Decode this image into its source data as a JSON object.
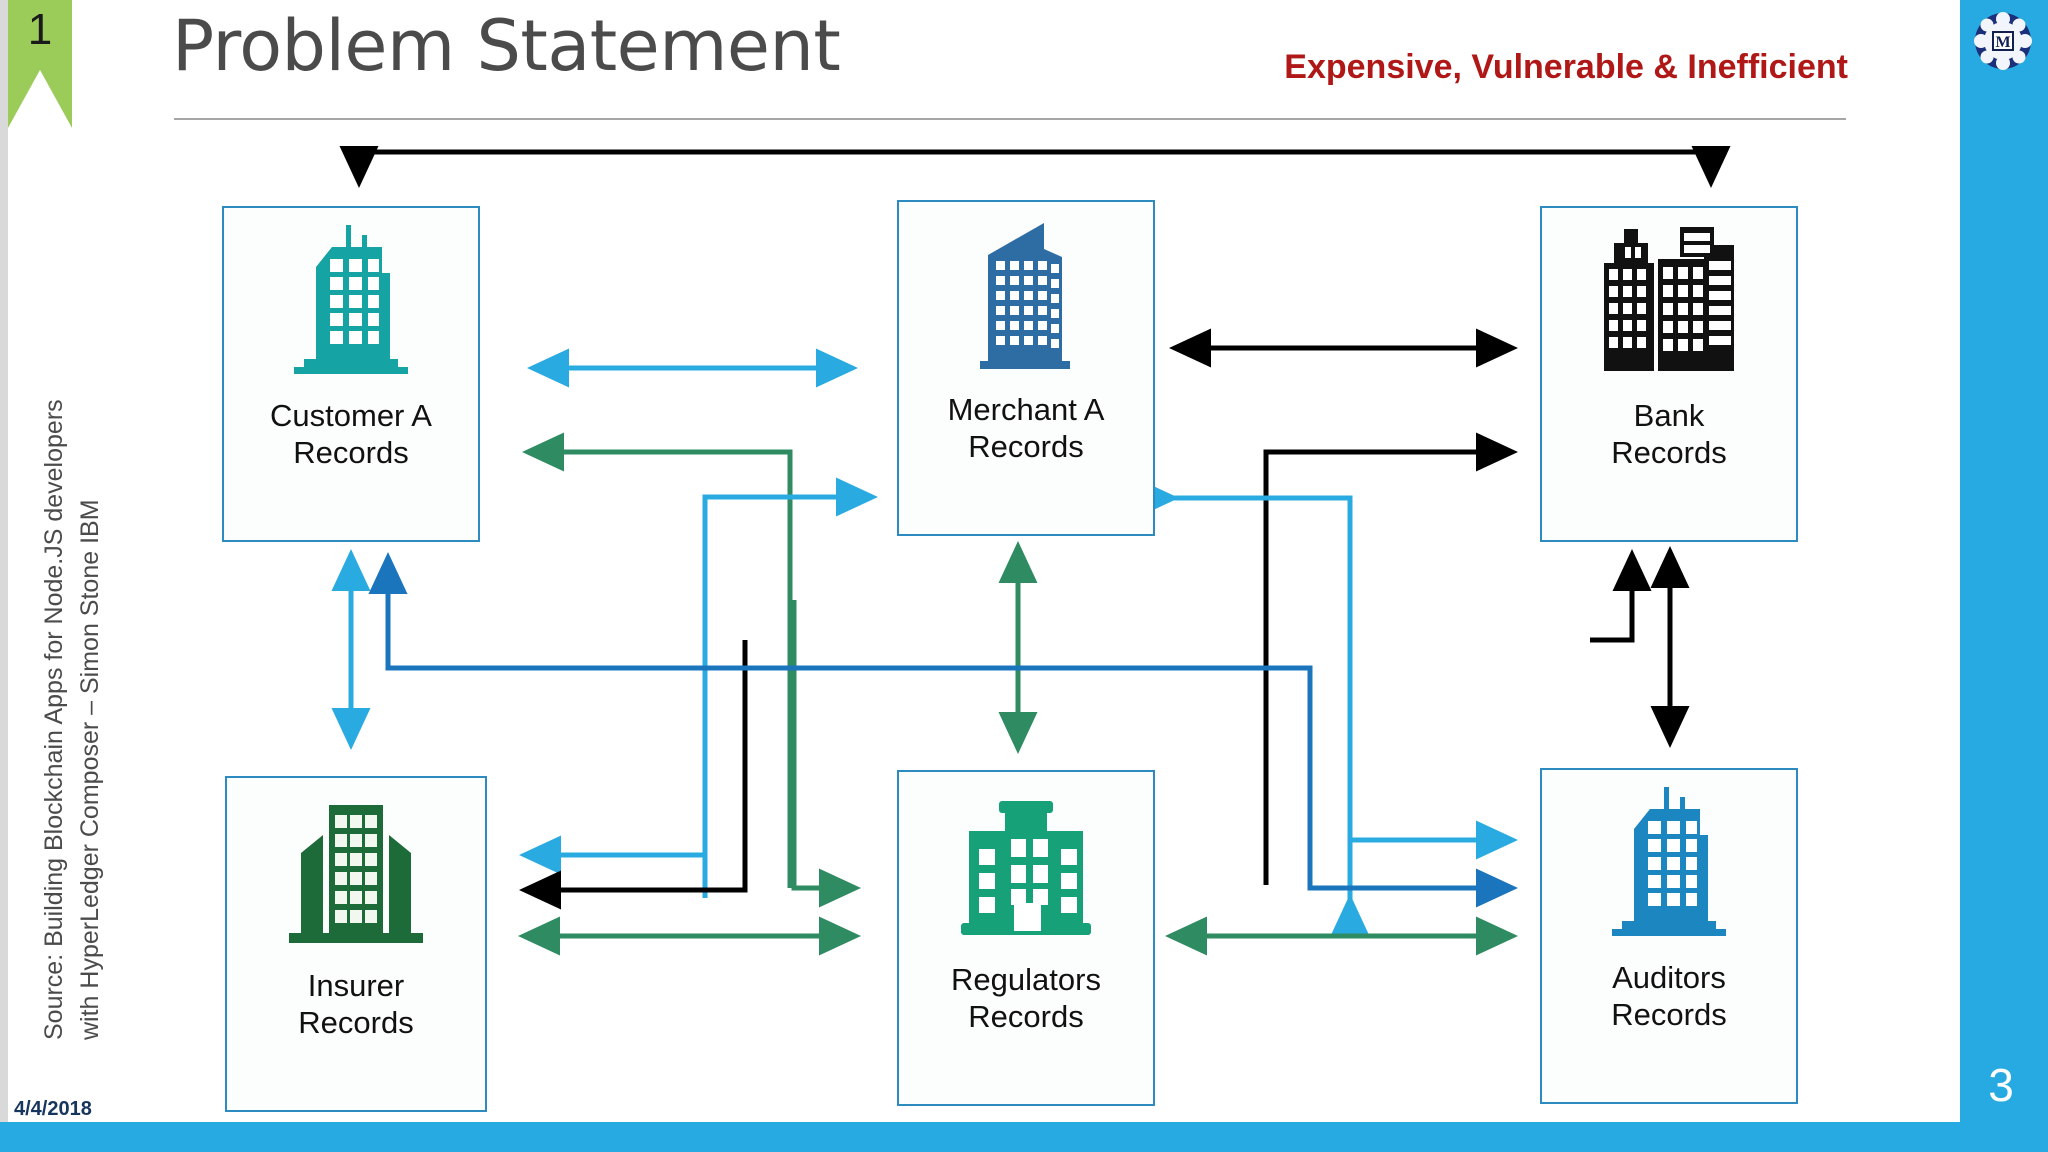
{
  "slide": {
    "number_badge": "1",
    "title": "Problem Statement",
    "subtitle": "Expensive, Vulnerable & Inefficient",
    "page_number": "3",
    "date": "4/4/2018",
    "logo_letter": "M"
  },
  "source_note": {
    "line1": "Source: Building Blockchain Apps for Node.JS developers",
    "line2": "with HyperLedger Composer – Simon Stone IBM"
  },
  "colors": {
    "banner_green": "#9BCC5A",
    "title_grey": "#4b4b4b",
    "subtitle_red": "#B01818",
    "panel_blue": "#27AAE1",
    "box_border": "#2E8BC0",
    "arrow_black": "#000000",
    "arrow_light_blue": "#29ABE2",
    "arrow_medium_blue": "#1B75BC",
    "arrow_green": "#2E8B62",
    "icon_teal": "#16A3A3",
    "icon_blue_dark": "#2E6DA4",
    "icon_black": "#111111",
    "icon_green_dark": "#1E6B3A",
    "icon_green_emerald": "#16A178",
    "icon_blue": "#1C86C0"
  },
  "nodes": [
    {
      "id": "customer-a",
      "label_line1": "Customer A",
      "label_line2": "Records",
      "icon": "office-tower-teal-icon",
      "color": "#16A3A3"
    },
    {
      "id": "merchant-a",
      "label_line1": "Merchant A",
      "label_line2": "Records",
      "icon": "office-tower-blue-icon",
      "color": "#2E6DA4"
    },
    {
      "id": "bank",
      "label_line1": "Bank",
      "label_line2": "Records",
      "icon": "city-skyline-black-icon",
      "color": "#111111"
    },
    {
      "id": "insurer",
      "label_line1": "Insurer",
      "label_line2": "Records",
      "icon": "office-complex-green-icon",
      "color": "#1E6B3A"
    },
    {
      "id": "regulators",
      "label_line1": "Regulators",
      "label_line2": "Records",
      "icon": "government-building-icon",
      "color": "#16A178"
    },
    {
      "id": "auditors",
      "label_line1": "Auditors",
      "label_line2": "Records",
      "icon": "office-tower-cyan-icon",
      "color": "#1C86C0"
    }
  ],
  "connections": [
    {
      "name": "customer-to-bank-top-bracket",
      "color": "#000000",
      "style": "double-headed-bracket"
    },
    {
      "name": "customer-merchant-horizontal",
      "color": "#29ABE2",
      "style": "double-headed"
    },
    {
      "name": "merchant-to-customer-green",
      "color": "#2E8B62",
      "style": "single-headed-left"
    },
    {
      "name": "insurer-to-merchant-light-blue",
      "color": "#29ABE2",
      "style": "single-headed-right"
    },
    {
      "name": "merchant-bank-horizontal",
      "color": "#000000",
      "style": "double-headed"
    },
    {
      "name": "regulators-to-bank-black",
      "color": "#000000",
      "style": "single-headed-right"
    },
    {
      "name": "bank-to-merchant-light-blue",
      "color": "#29ABE2",
      "style": "single-headed-left"
    },
    {
      "name": "customer-insurer-vertical",
      "color": "#29ABE2",
      "style": "double-headed"
    },
    {
      "name": "auditors-to-customer-medium-blue",
      "color": "#1B75BC",
      "style": "single-headed-up"
    },
    {
      "name": "merchant-regulators-vertical",
      "color": "#2E8B62",
      "style": "double-headed"
    },
    {
      "name": "regulators-to-bank-up-black",
      "color": "#000000",
      "style": "single-headed-up"
    },
    {
      "name": "bank-auditors-vertical",
      "color": "#000000",
      "style": "double-headed"
    },
    {
      "name": "merchant-to-insurer-light-blue",
      "color": "#29ABE2",
      "style": "single-headed-left"
    },
    {
      "name": "bank-to-insurer-black",
      "color": "#000000",
      "style": "single-headed-left"
    },
    {
      "name": "insurer-regulators-green",
      "color": "#2E8B62",
      "style": "double-headed"
    },
    {
      "name": "merchant-to-regulators-green",
      "color": "#2E8B62",
      "style": "single-headed-right"
    },
    {
      "name": "regulators-auditors-green",
      "color": "#2E8B62",
      "style": "double-headed"
    },
    {
      "name": "merchant-to-auditors-light-blue",
      "color": "#29ABE2",
      "style": "single-headed-right"
    },
    {
      "name": "customer-to-auditors-medium-blue",
      "color": "#1B75BC",
      "style": "single-headed-right"
    },
    {
      "name": "bank-to-regulators-black",
      "color": "#000000",
      "style": "single-headed-left"
    }
  ]
}
